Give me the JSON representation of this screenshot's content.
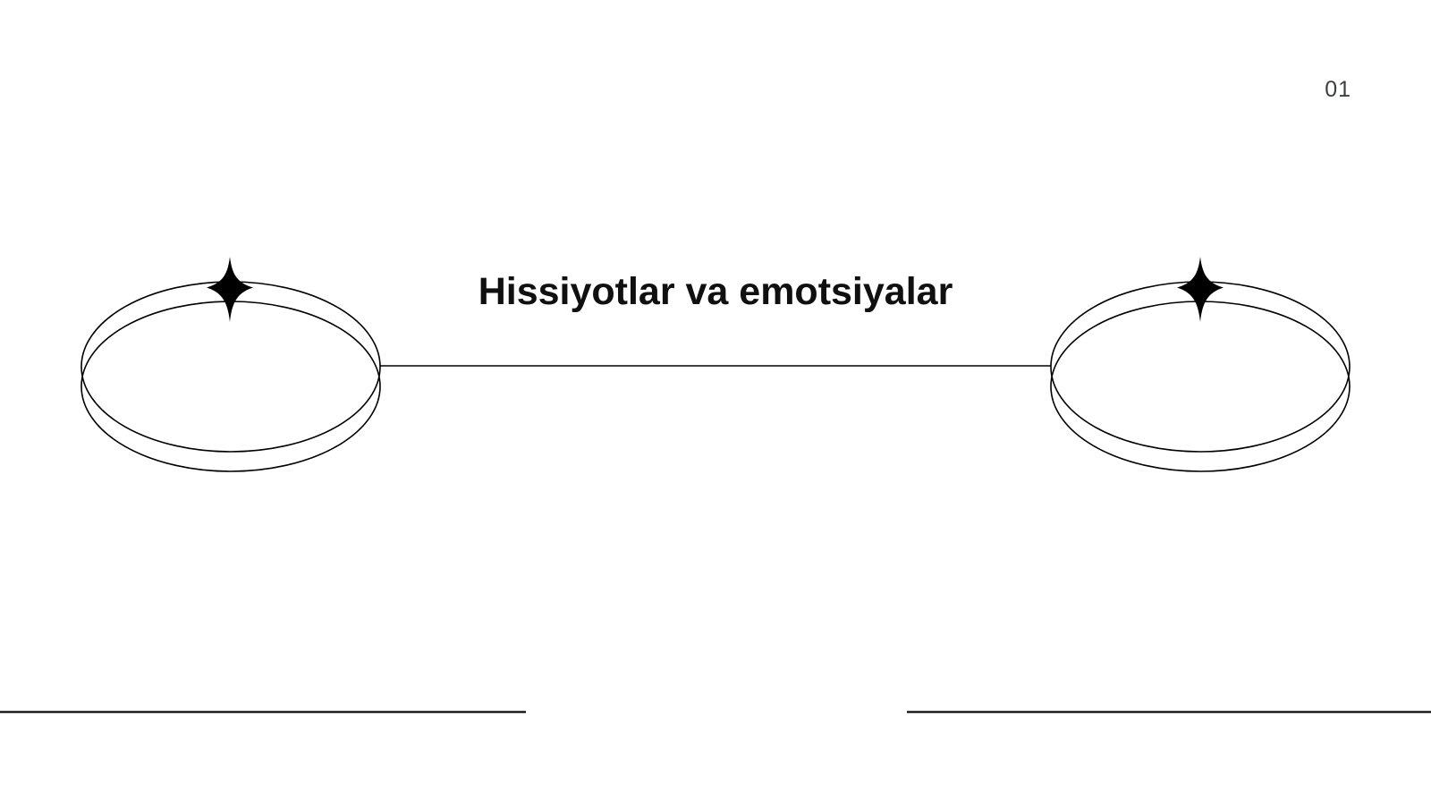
{
  "slide": {
    "page_number": "01",
    "title": "Hissiyotlar va emotsiyalar"
  },
  "colors": {
    "background": "#ffffff",
    "shape_stroke": "#000000",
    "sparkle_fill": "#000000",
    "connector_stroke": "#000000",
    "footer_rule": "#1f1f1f",
    "title_text": "#101010",
    "page_number_text": "#3b3f42"
  },
  "decorations": {
    "left_sparkle_icon": "four-point-sparkle",
    "right_sparkle_icon": "four-point-sparkle",
    "left_shape": "double-outline-ellipse-ring",
    "right_shape": "double-outline-ellipse-ring"
  }
}
